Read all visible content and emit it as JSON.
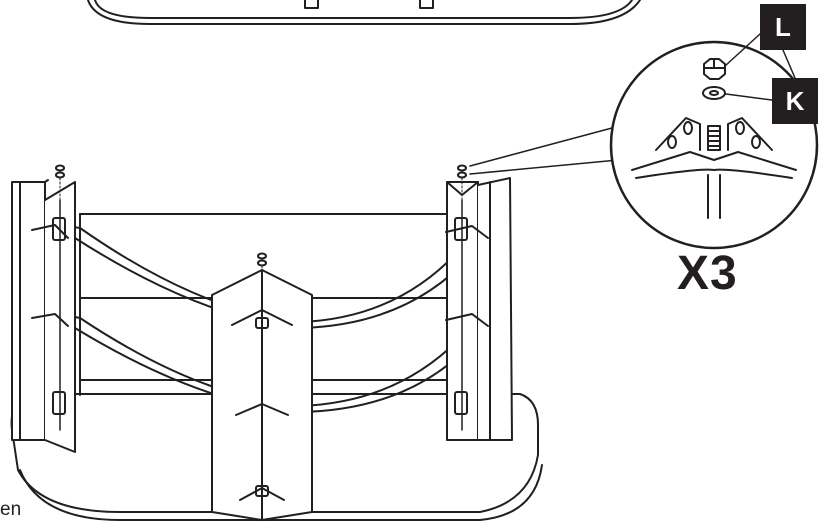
{
  "labels": {
    "nut": "L",
    "washer": "K",
    "quantity": "X3",
    "text_fragment": "en"
  },
  "icons": [
    "hex-nut-icon",
    "washer-icon",
    "bolt-icon"
  ],
  "colors": {
    "ink": "#231f20",
    "paper": "#ffffff"
  }
}
